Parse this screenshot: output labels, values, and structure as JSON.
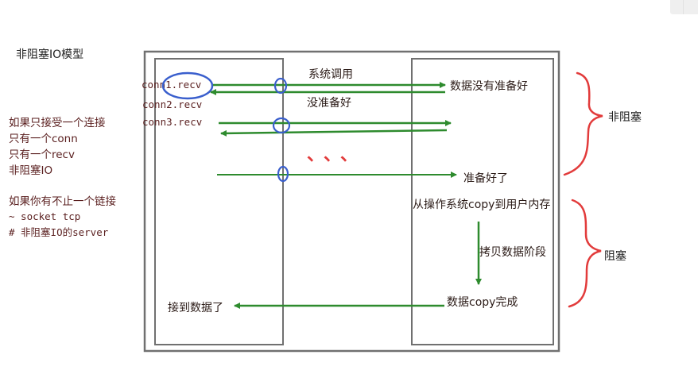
{
  "title": "非阻塞IO模型",
  "left_notes": {
    "line1": "如果只接受一个连接",
    "line2": "只有一个conn",
    "line3": "只有一个recv",
    "line4": "非阻塞IO",
    "line5": "如果你有不止一个链接",
    "line6": "~ socket tcp",
    "line7": "# 非阻塞IO的server"
  },
  "conn_labels": [
    "conn1.recv",
    "conn2.recv",
    "conn3.recv"
  ],
  "messages": {
    "syscall": "系统调用",
    "not_ready_right": "数据没有准备好",
    "not_ready_left": "没准备好",
    "dots": "、、、",
    "ready": "准备好了",
    "copy_from_os": "从操作系统copy到用户内存",
    "copy_phase": "拷贝数据阶段",
    "copy_done": "数据copy完成",
    "received": "接到数据了"
  },
  "brace_labels": {
    "non_blocking": "非阻塞",
    "blocking": "阻塞"
  },
  "colors": {
    "arrow_green": "#2e8b2e",
    "circle_blue": "#3a5fcd",
    "brace_red": "#e23b3b",
    "frame_gray": "#707070"
  }
}
